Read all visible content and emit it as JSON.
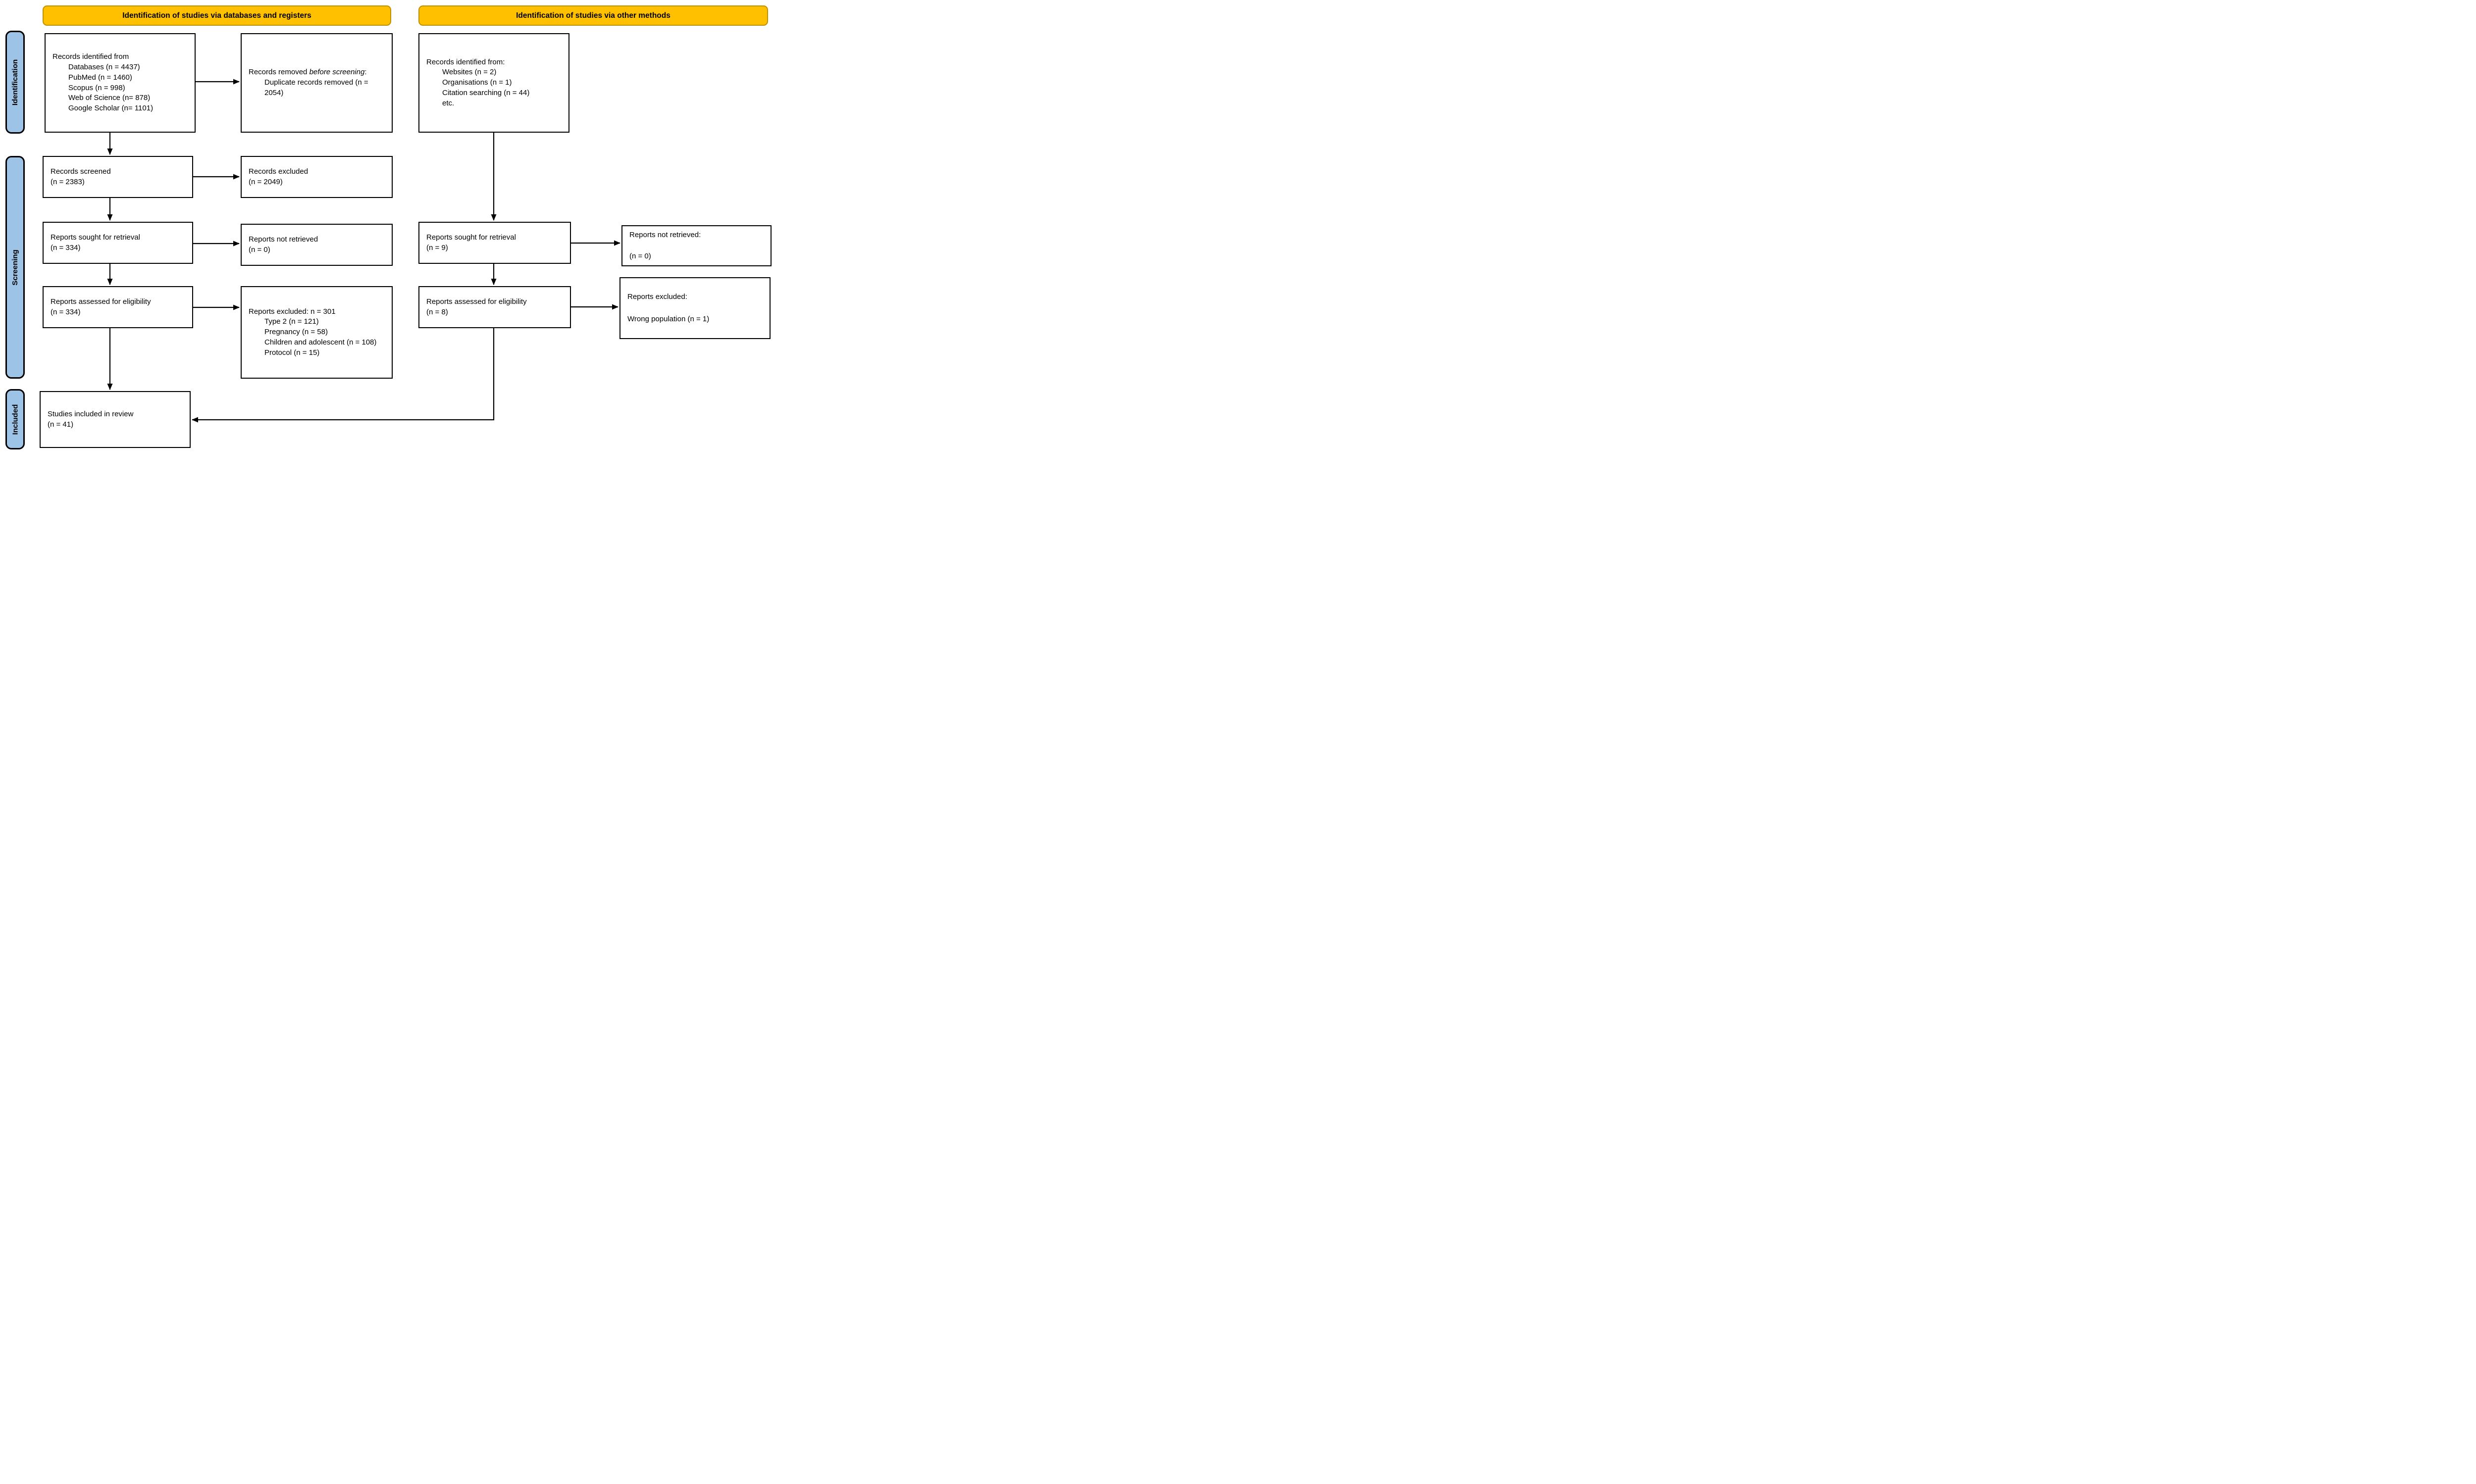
{
  "colors": {
    "banner-bg": "#FFC000",
    "banner-border": "#BF9000",
    "sidebar-bg": "#9DC3E6",
    "sidebar-border": "#000000",
    "box-border": "#000000",
    "arrow": "#000000"
  },
  "banners": {
    "left": "Identification of studies via databases and registers",
    "right": "Identification of studies via other methods"
  },
  "sidebar": {
    "identification": "Identification",
    "screening": "Screening",
    "included": "Included"
  },
  "boxes": {
    "records_identified_db": {
      "title": "Records identified from",
      "items": [
        "Databases (n = 4437)",
        "PubMed (n = 1460)",
        "Scopus (n = 998)",
        "Web of Science (n= 878)",
        "Google Scholar (n= 1101)"
      ]
    },
    "records_removed": {
      "text": "Records removed ",
      "text_italic": "before screening",
      "text_suffix": ":",
      "items": [
        "Duplicate records removed (n = 2054)"
      ]
    },
    "records_identified_other": {
      "title": "Records identified from:",
      "items": [
        "Websites (n = 2)",
        "Organisations (n = 1)",
        "Citation searching (n = 44)",
        "etc."
      ]
    },
    "records_screened": {
      "line1": "Records screened",
      "line2": "(n = 2383)"
    },
    "records_excluded": {
      "line1": "Records excluded",
      "line2": "(n = 2049)"
    },
    "reports_sought_db": {
      "line1": "Reports sought for retrieval",
      "line2": "(n = 334)"
    },
    "reports_not_retrieved_db": {
      "line1": "Reports not retrieved",
      "line2": "(n = 0)"
    },
    "reports_assessed_db": {
      "line1": "Reports assessed for eligibility",
      "line2": "(n = 334)"
    },
    "reports_excluded_db": {
      "title": "Reports excluded: n = 301",
      "items": [
        "Type 2 (n = 121)",
        "Pregnancy (n = 58)",
        "Children and adolescent (n = 108)",
        "Protocol (n = 15)"
      ]
    },
    "reports_sought_other": {
      "line1": "Reports sought for retrieval",
      "line2": "(n = 9)"
    },
    "reports_not_retrieved_other": {
      "line1": "Reports not retrieved:",
      "line2": "(n = 0)"
    },
    "reports_assessed_other": {
      "line1": "Reports assessed for eligibility",
      "line2": "(n = 8)"
    },
    "reports_excluded_other": {
      "line1": "Reports excluded:",
      "line2": "Wrong population (n = 1)"
    },
    "studies_included": {
      "line1": "Studies included in review",
      "line2": "(n = 41)"
    }
  }
}
